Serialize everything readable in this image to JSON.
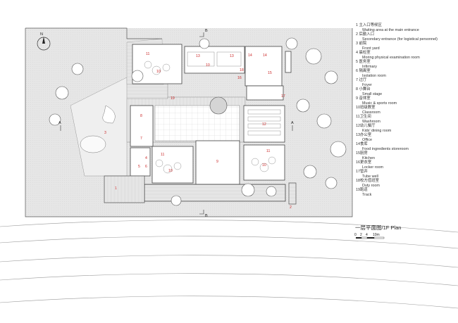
{
  "plan_title": "一层平面图/1F Plan",
  "scale_labels": [
    "0",
    "2",
    "4",
    "10m"
  ],
  "north_label": "N",
  "section_marks": {
    "a": "A",
    "b": "B"
  },
  "colors": {
    "accent_red": "#cc2a2a",
    "line": "#555555",
    "hatch": "#bdbdbd",
    "ground": "#dcdcdc"
  },
  "legend": [
    {
      "zh": "1 主入口等候区",
      "en": "Waiting area at the main entrance"
    },
    {
      "zh": "2 后勤入口",
      "en": "Secondary entrance (for logistical personnel)"
    },
    {
      "zh": "3 前院",
      "en": "Front yard"
    },
    {
      "zh": "4 晨检室",
      "en": "Moring physical examination room"
    },
    {
      "zh": "5 医务室",
      "en": "Infirmary"
    },
    {
      "zh": "6 隔离室",
      "en": "Isolation room"
    },
    {
      "zh": "7 过厅",
      "en": "Foyer"
    },
    {
      "zh": "8 小舞台",
      "en": "Small stage"
    },
    {
      "zh": "9 音体室",
      "en": "Music & sports room"
    },
    {
      "zh": "10班级教室",
      "en": "Classroom"
    },
    {
      "zh": "11卫生间",
      "en": "Washroom"
    },
    {
      "zh": "12幼儿餐厅",
      "en": "Kids' dining room"
    },
    {
      "zh": "13办公室",
      "en": "Office"
    },
    {
      "zh": "14食库",
      "en": "Food ingredients storeroom"
    },
    {
      "zh": "15厨房",
      "en": "Kitchen"
    },
    {
      "zh": "16更衣室",
      "en": "Locker room"
    },
    {
      "zh": "17管井",
      "en": "Tube well"
    },
    {
      "zh": "18校方值班室",
      "en": "Duty room"
    },
    {
      "zh": "19跑道",
      "en": "Track"
    }
  ],
  "room_labels": [
    "1",
    "2",
    "3",
    "4",
    "5",
    "6",
    "7",
    "8",
    "9",
    "10",
    "10",
    "10",
    "10",
    "11",
    "11",
    "11",
    "12",
    "13",
    "13",
    "14",
    "14",
    "15",
    "16",
    "17",
    "18",
    "19"
  ]
}
